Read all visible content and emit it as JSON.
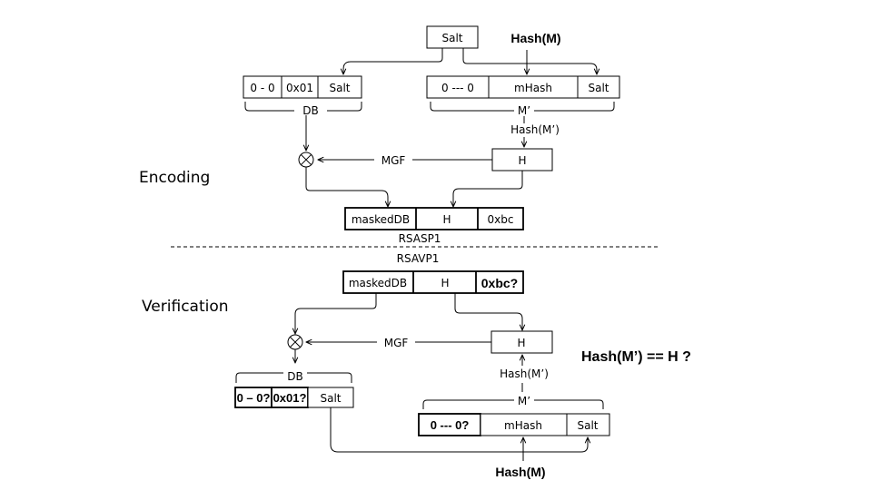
{
  "sections": {
    "encoding": "Encoding",
    "verification": "Verification"
  },
  "encoding": {
    "salt": "Salt",
    "hash_m": "Hash(M)",
    "db_fields": [
      "0 - 0",
      "0x01",
      "Salt"
    ],
    "db_label": "DB",
    "mprime_fields": [
      "0 --- 0",
      "mHash",
      "Salt"
    ],
    "mprime_label": "M’",
    "hash_mprime": "Hash(M’)",
    "h_box": "H",
    "mgf": "MGF",
    "em_fields": [
      "maskedDB",
      "H",
      "0xbc"
    ],
    "rsasp1": "RSASP1"
  },
  "verification": {
    "rsavp1": "RSAVP1",
    "em_fields": [
      "maskedDB",
      "H",
      "0xbc?"
    ],
    "mgf": "MGF",
    "h_box": "H",
    "compare": "Hash(M’) == H ?",
    "db_label": "DB",
    "db_fields": [
      "0 – 0?",
      "0x01?",
      "Salt"
    ],
    "hash_mprime": "Hash(M’)",
    "mprime_label": "M’",
    "mprime_fields": [
      "0 --- 0?",
      "mHash",
      "Salt"
    ],
    "hash_m": "Hash(M)"
  }
}
